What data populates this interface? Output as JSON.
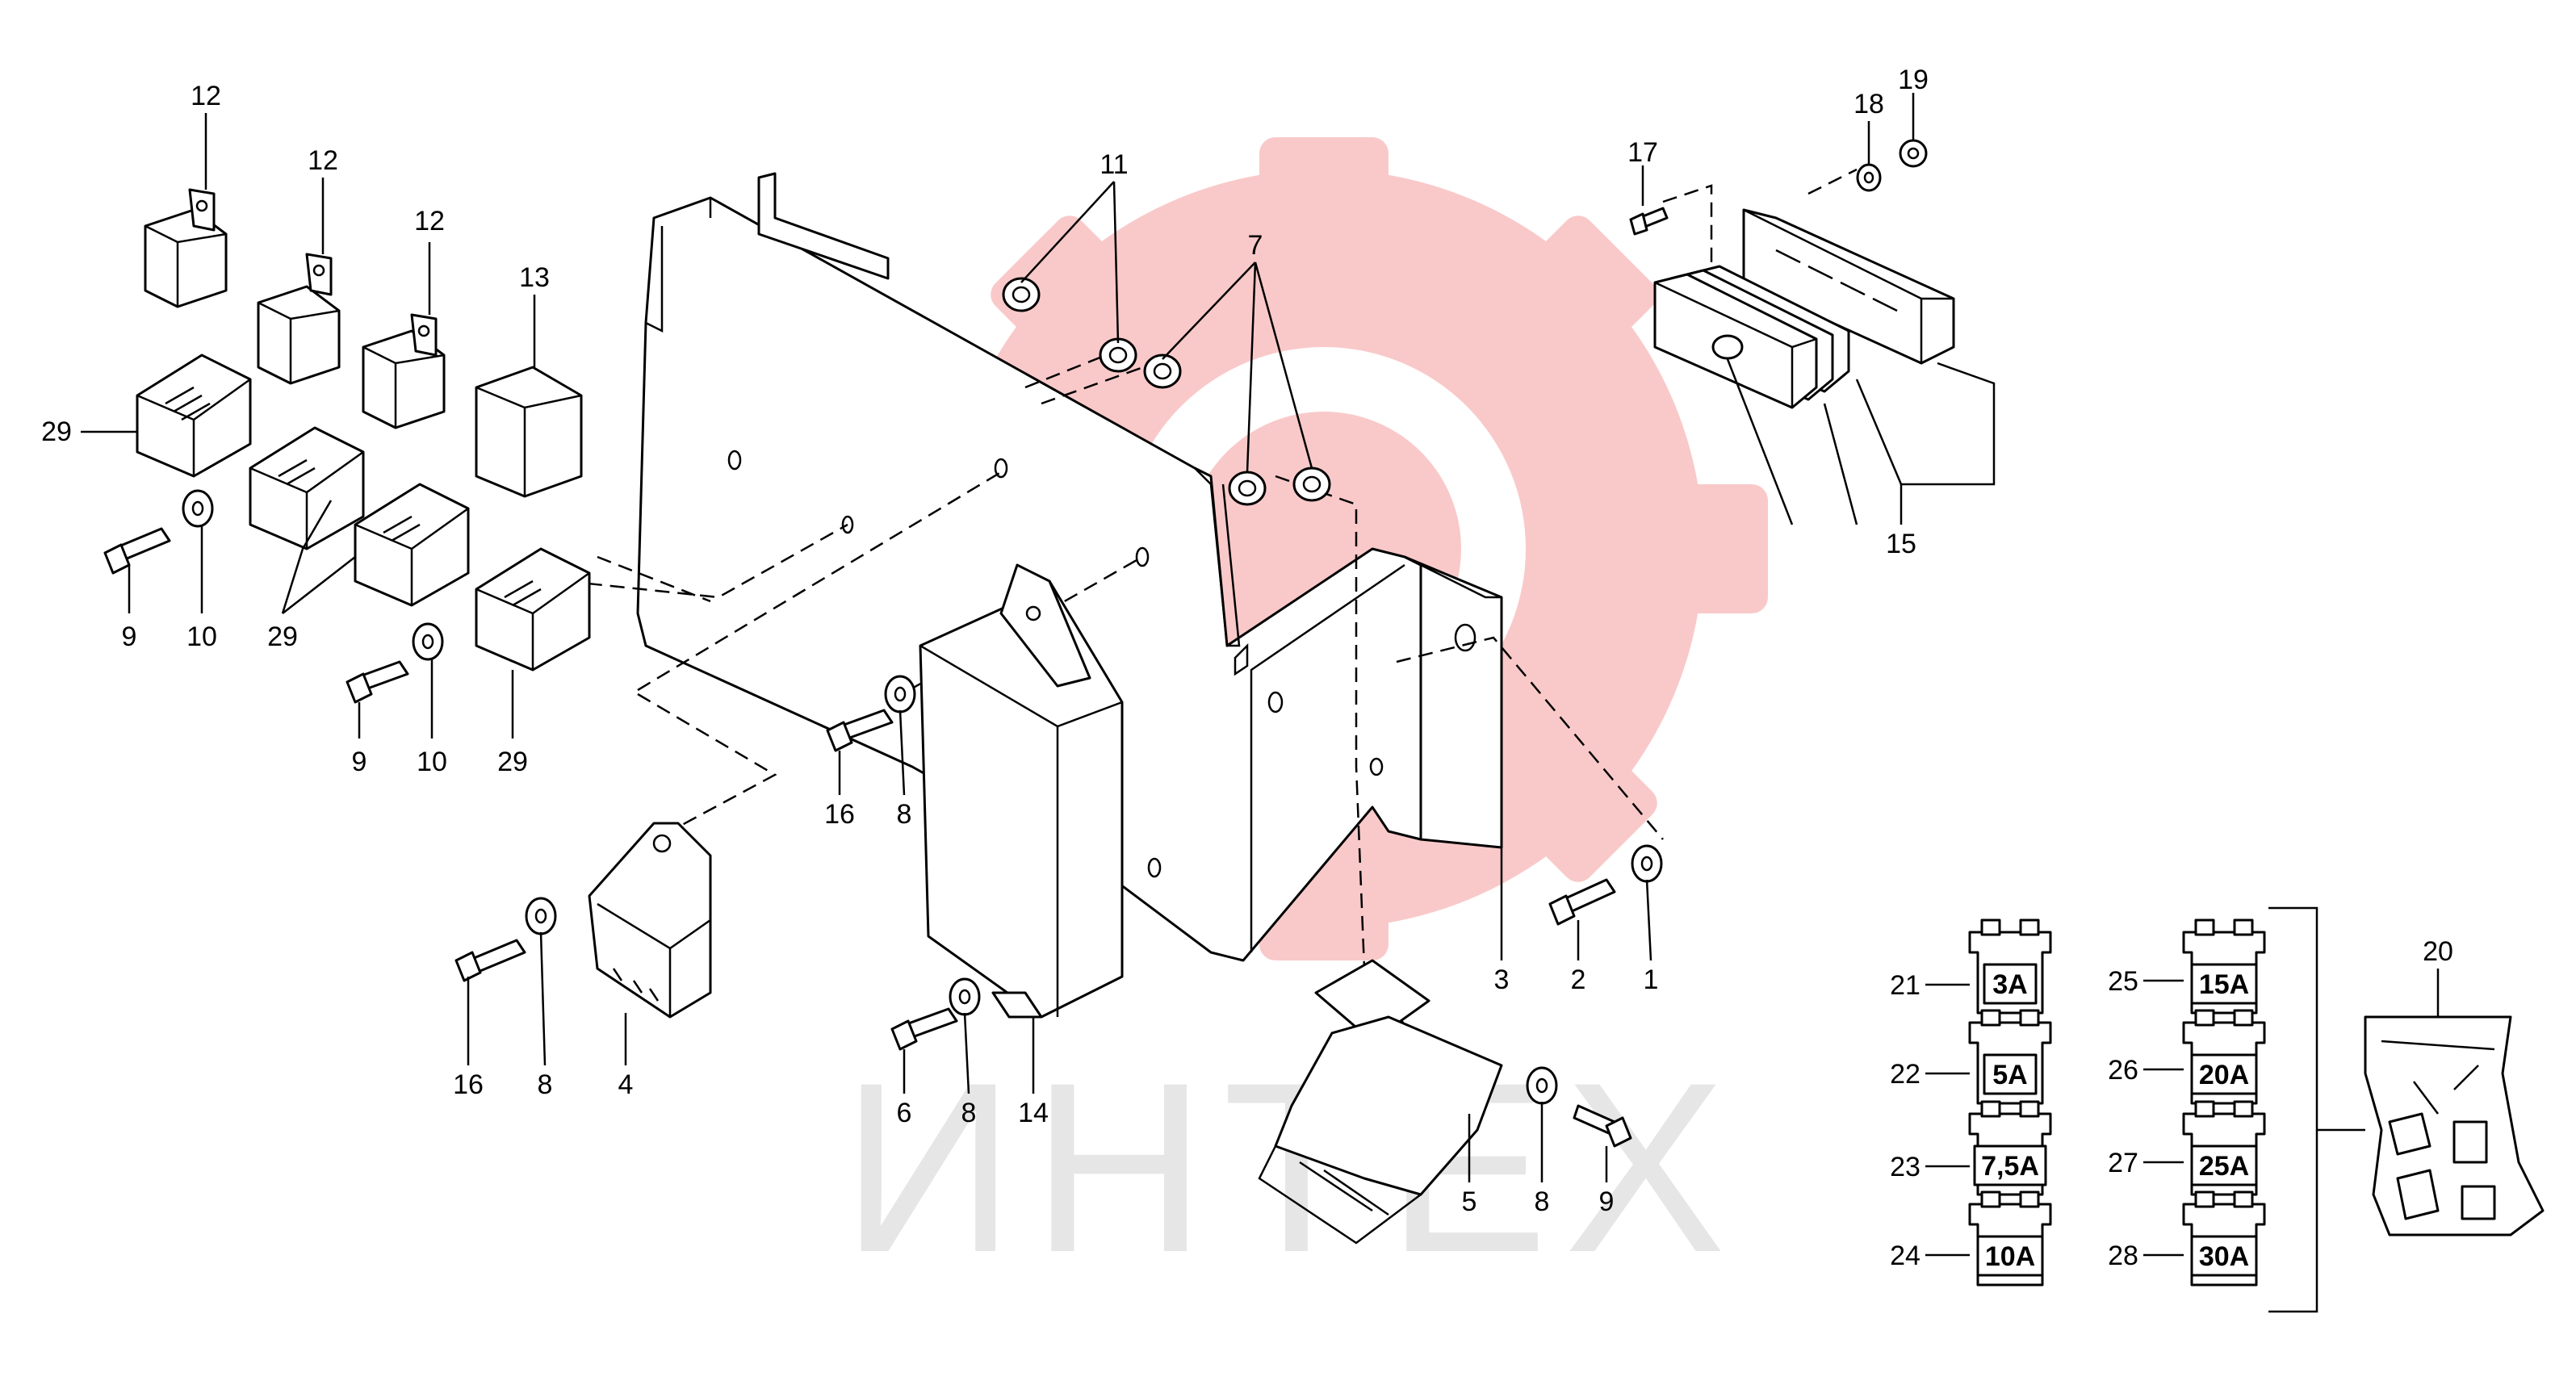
{
  "watermark": {
    "text": "ИНТЕХ",
    "gear_color": "#f9c9c9",
    "text_color": "#e6e6e6"
  },
  "callouts": {
    "c1": "1",
    "c2": "2",
    "c3": "3",
    "c4": "4",
    "c5": "5",
    "c6": "6",
    "c7": "7",
    "c8a": "8",
    "c8b": "8",
    "c8c": "8",
    "c8d": "8",
    "c9a": "9",
    "c9b": "9",
    "c9c": "9",
    "c10a": "10",
    "c10b": "10",
    "c11": "11",
    "c12a": "12",
    "c12b": "12",
    "c12c": "12",
    "c13": "13",
    "c14": "14",
    "c15": "15",
    "c16a": "16",
    "c16b": "16",
    "c17": "17",
    "c18": "18",
    "c19": "19",
    "c20": "20",
    "c29a": "29",
    "c29b": "29",
    "c29c": "29"
  },
  "fuses": [
    {
      "num": "21",
      "rating": "3A"
    },
    {
      "num": "22",
      "rating": "5A"
    },
    {
      "num": "23",
      "rating": "7,5A"
    },
    {
      "num": "24",
      "rating": "10A"
    },
    {
      "num": "25",
      "rating": "15A"
    },
    {
      "num": "26",
      "rating": "20A"
    },
    {
      "num": "27",
      "rating": "25A"
    },
    {
      "num": "28",
      "rating": "30A"
    }
  ]
}
